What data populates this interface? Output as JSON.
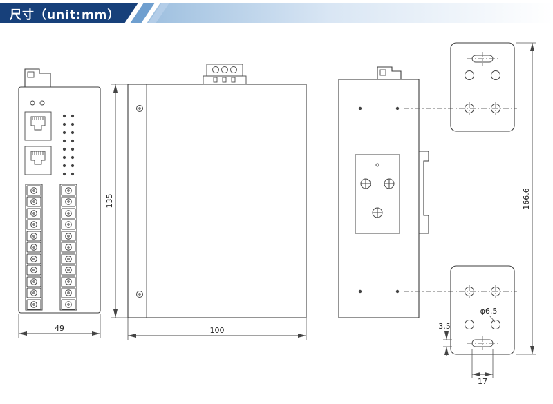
{
  "header": {
    "title": "尺寸（unit:mm）"
  },
  "drawing": {
    "dimensions": {
      "front_width": "49",
      "height": "135",
      "depth": "100",
      "bracket_height": "166.6",
      "slot_width": "3.5",
      "hole_diameter": "φ6.5",
      "hole_spacing": "17"
    }
  }
}
